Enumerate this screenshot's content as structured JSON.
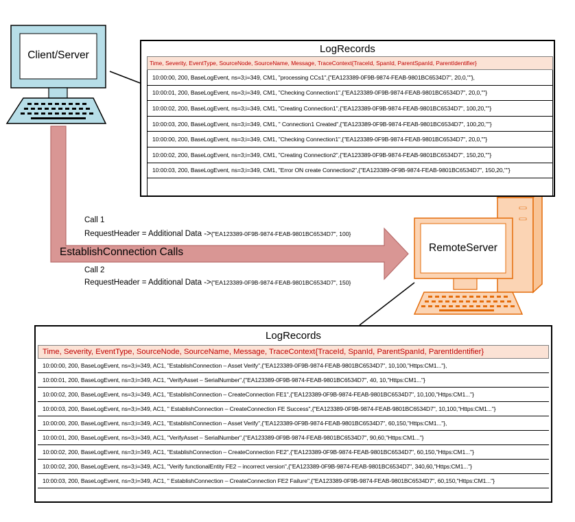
{
  "client": {
    "label": "Client/Server"
  },
  "remote": {
    "label": "RemoteServer"
  },
  "arrow": {
    "label": "EstablishConnection Calls"
  },
  "calls": [
    {
      "title": "Call 1",
      "header": "RequestHeader = Additional Data ->",
      "payload": "{\"EA123389-0F9B-9874-FEAB-9801BC6534D7\", 100}"
    },
    {
      "title": "Call 2",
      "header": "RequestHeader = Additional Data ->",
      "payload": "{\"EA123389-0F9B-9874-FEAB-9801BC6534D7\", 150}"
    }
  ],
  "top_log": {
    "title": "LogRecords",
    "header": "Time, Severity, EventType, SourceNode, SourceName, Message, TraceContext{TraceId, SpanId, ParentSpanId, ParentIdentifier}",
    "rows": [
      "10:00:00, 200, BaseLogEvent, ns=3;i=349, CM1, \"processing CCs1\",{\"EA123389-0F9B-9874-FEAB-9801BC6534D7\", 20,0,\"\"},",
      "10:00:01, 200, BaseLogEvent, ns=3;i=349, CM1, \"Checking Connection1\",{\"EA123389-0F9B-9874-FEAB-9801BC6534D7\", 20,0,\"\"}",
      "10:00:02, 200, BaseLogEvent, ns=3;i=349, CM1, \"Creating Connection1\",{\"EA123389-0F9B-9874-FEAB-9801BC6534D7\", 100,20,\"\"}",
      "10:00:03, 200, BaseLogEvent, ns=3;i=349, CM1, \" Connection1 Created\",{\"EA123389-0F9B-9874-FEAB-9801BC6534D7\", 100,20,\"\"}",
      "10:00:00, 200, BaseLogEvent, ns=3;i=349, CM1, \"Checking Connection1\",{\"EA123389-0F9B-9874-FEAB-9801BC6534D7\", 20,0,\"\"}",
      "10:00:02, 200, BaseLogEvent, ns=3;i=349, CM1, \"Creating Connection2\",{\"EA123389-0F9B-9874-FEAB-9801BC6534D7\", 150,20,\"\"}",
      "10:00:03, 200, BaseLogEvent, ns=3;i=349, CM1, \"Error ON create Connection2\",{\"EA123389-0F9B-9874-FEAB-9801BC6534D7\", 150,20,\"\"}"
    ]
  },
  "bottom_log": {
    "title": "LogRecords",
    "header": "Time, Severity, EventType, SourceNode, SourceName, Message, TraceContext{TraceId, SpanId, ParentSpanId, ParentIdentifier}",
    "rows": [
      "10:00:00, 200, BaseLogEvent, ns=3;i=349, AC1, \"EstablishConnection – Asset Verify\",{\"EA123389-0F9B-9874-FEAB-9801BC6534D7\", 10,100,\"Https:CM1...\"},",
      "10:00:01, 200, BaseLogEvent, ns=3;i=349, AC1, \"VerifyAsset – SerialNumber\",{\"EA123389-0F9B-9874-FEAB-9801BC6534D7\", 40, 10,\"Https:CM1...\"}",
      "10:00:02, 200, BaseLogEvent, ns=3;i=349, AC1, \"EstablishConnection – CreateConnection FE1\",{\"EA123389-0F9B-9874-FEAB-9801BC6534D7\", 10,100,\"Https:CM1...\"}",
      "10:00:03, 200, BaseLogEvent, ns=3;i=349, AC1, \" EstablishConnection – CreateConnection FE Success\",{\"EA123389-0F9B-9874-FEAB-9801BC6534D7\", 10,100,\"Https:CM1...\"}",
      "10:00:00, 200, BaseLogEvent, ns=3;i=349, AC1, \"EstablishConnection – Asset Verify\",{\"EA123389-0F9B-9874-FEAB-9801BC6534D7\", 60,150,\"Https:CM1...\"},",
      "10:00:01, 200, BaseLogEvent, ns=3;i=349, AC1, \"VerifyAsset – SerialNumber\",{\"EA123389-0F9B-9874-FEAB-9801BC6534D7\", 90,60,\"Https:CM1...\"}",
      "10:00:02, 200, BaseLogEvent, ns=3;i=349, AC1, \"EstablishConnection – CreateConnection FE2\",{\"EA123389-0F9B-9874-FEAB-9801BC6534D7\", 60,150,\"Https:CM1...\"}",
      "10:00:02, 200, BaseLogEvent, ns=3;i=349, AC1, \"Verify functionalEntity  FE2 – incorrect version\",{\"EA123389-0F9B-9874-FEAB-9801BC6534D7\", 340,60,\"Https:CM1...\"}",
      "10:00:03, 200, BaseLogEvent, ns=3;i=349, AC1, \" EstablishConnection – CreateConnection FE2 Failure\",{\"EA123389-0F9B-9874-FEAB-9801BC6534D7\", 60,150,\"Https:CM1...\"}"
    ]
  },
  "colors": {
    "arrow": "#d99694",
    "arrow_stroke": "#b76b6a",
    "server": "#fbd4b4",
    "server_stroke": "#e46c0a",
    "computer": "#b7dee8",
    "header_bg": "#fbe2d5",
    "header_text": "#c00000"
  }
}
